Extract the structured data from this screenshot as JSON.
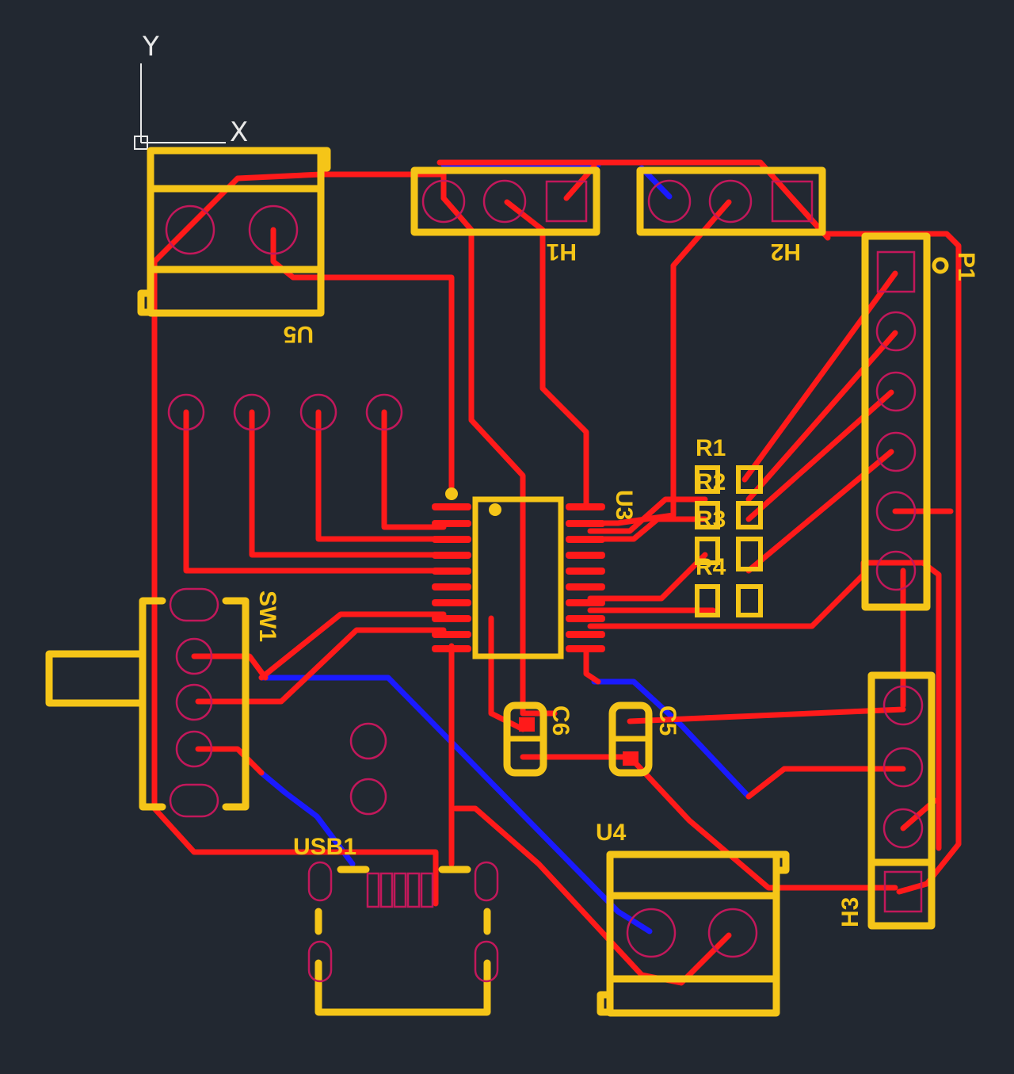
{
  "axes": {
    "y_label": "Y",
    "x_label": "X"
  },
  "components": {
    "u5": "U5",
    "h1": "H1",
    "h2": "H2",
    "p1": "P1",
    "r1": "R1",
    "r2": "R2",
    "r3": "R3",
    "r4": "R4",
    "u3": "U3",
    "sw1": "SW1",
    "c6": "C6",
    "c5": "C5",
    "usb1": "USB1",
    "u4": "U4",
    "h3": "H3"
  },
  "colors": {
    "background": "#222831",
    "silkscreen": "#F5C518",
    "top_copper": "#FF1A1A",
    "bottom_copper": "#1A1AFF",
    "pad_ring": "#C2185B"
  }
}
